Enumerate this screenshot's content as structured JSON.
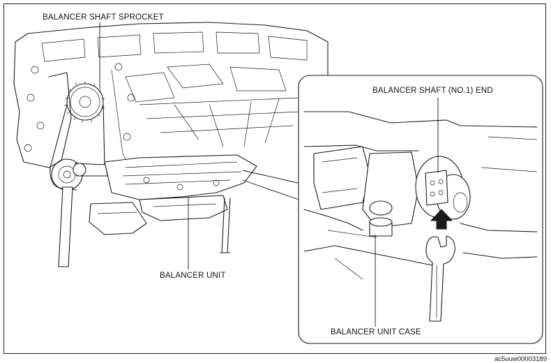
{
  "labels": {
    "sprocket": "BALANCER SHAFT SPROCKET",
    "shaft_end": "BALANCER SHAFT (NO.1) END",
    "unit": "BALANCER UNIT",
    "unit_case": "BALANCER UNIT CASE"
  },
  "figure_code": "ac5uuw00003189"
}
